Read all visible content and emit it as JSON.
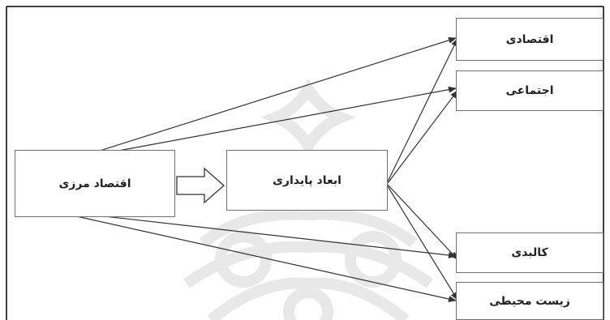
{
  "diagram": {
    "source_label": "اقتصاد مرزی",
    "hub_label": "ابعاد پایداری",
    "dimensions": {
      "economic": "اقتصادی",
      "social": "اجتماعی",
      "physical": "کالبدی",
      "environmental": "زیست محیطی"
    }
  },
  "colors": {
    "line": "#333333",
    "box_border": "#707070",
    "watermark": "#e6e6e6",
    "frame": "#000000"
  }
}
